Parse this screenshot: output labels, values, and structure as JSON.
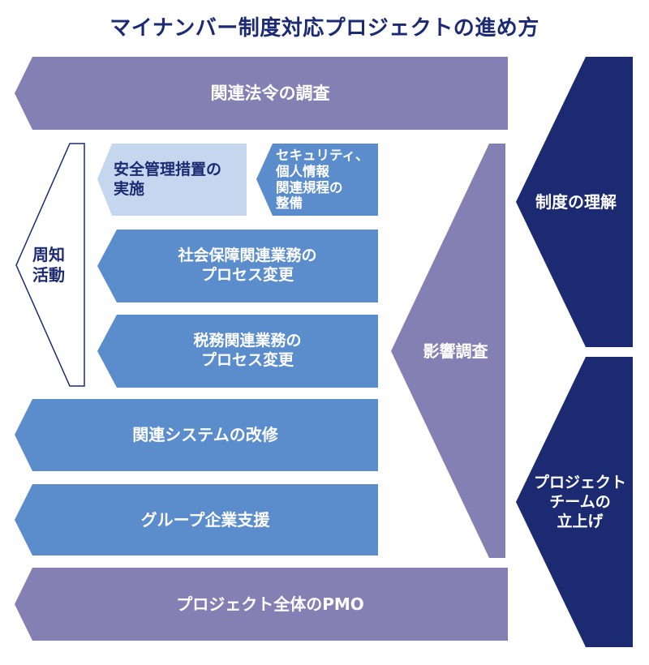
{
  "title": "マイナンバー制度対応プロジェクトの進め方",
  "colors": {
    "purple": "#8580b4",
    "blue": "#5b8ccc",
    "lightblue": "#c5d7ee",
    "navy": "#1c2a72",
    "outline": "#1c2a72"
  },
  "blocks": {
    "law_research": "関連法令の調査",
    "security_measures": "安全管理措置の\n実施",
    "security_rules": "セキュリティ、\n個人情報\n関連規程の\n整備",
    "awareness": "周知\n活動",
    "social_security_process": "社会保障関連業務の\nプロセス変更",
    "tax_process": "税務関連業務の\nプロセス変更",
    "system_modification": "関連システムの改修",
    "group_support": "グループ企業支援",
    "impact_research": "影響調査",
    "pmo": "プロジェクト全体のPMO",
    "understanding": "制度の理解",
    "team_setup": "プロジェクト\nチームの\n立上げ"
  }
}
